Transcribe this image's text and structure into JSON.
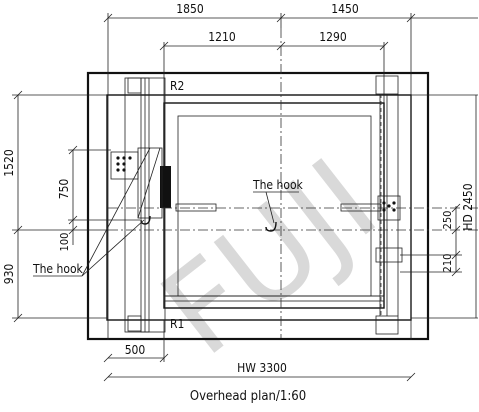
{
  "dimensions": {
    "top_left": "1850",
    "top_right": "1450",
    "inner_left": "1210",
    "inner_right": "1290",
    "left_upper": "1520",
    "left_lower": "930",
    "left_750": "750",
    "left_100": "100",
    "right_250": "250",
    "right_210": "210",
    "right_hd": "HD 2450",
    "bottom_500": "500",
    "bottom_hw": "HW 3300"
  },
  "labels": {
    "r2": "R2",
    "r1": "R1",
    "hook_center": "The hook",
    "hook_left": "The hook"
  },
  "caption": "Overhead plan/1:60",
  "watermark": "FUJI"
}
